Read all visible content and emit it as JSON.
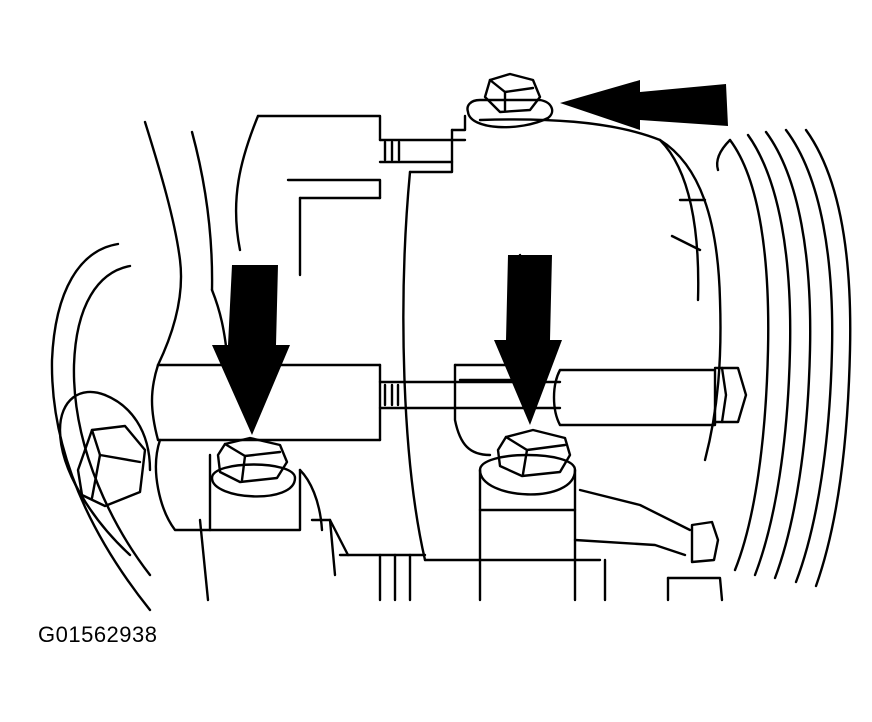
{
  "figure": {
    "id_label": "G01562938",
    "colors": {
      "line": "#000000",
      "background": "#ffffff"
    },
    "arrows": [
      {
        "name": "arrow-upper-bolt",
        "direction": "left"
      },
      {
        "name": "arrow-lower-left-bolt",
        "direction": "down"
      },
      {
        "name": "arrow-lower-right-bolt",
        "direction": "down"
      }
    ]
  }
}
